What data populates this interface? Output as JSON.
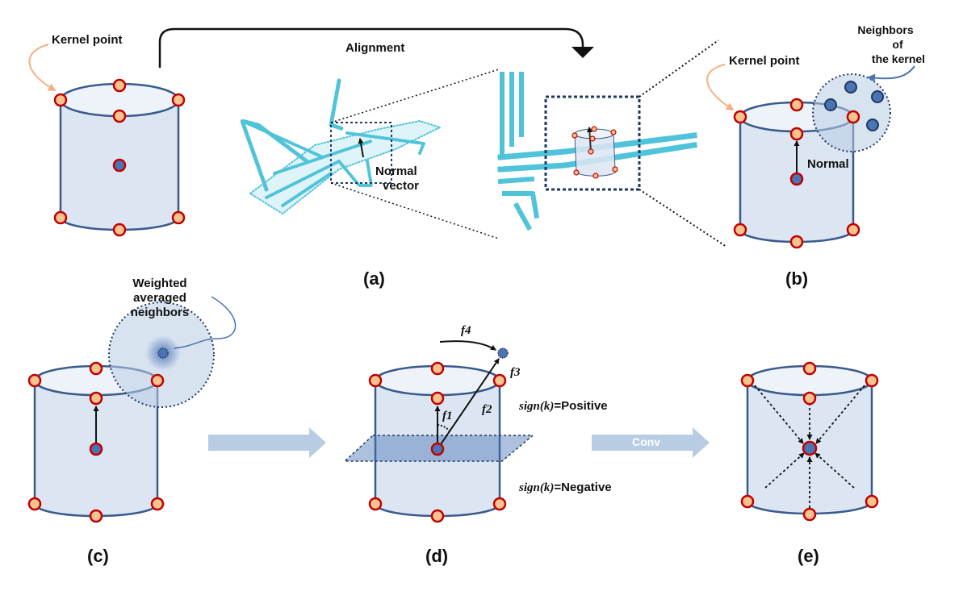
{
  "labels": {
    "kernel_point_a": "Kernel point",
    "alignment": "Alignment",
    "normal_vector_1": "Normal",
    "normal_vector_2": "vector",
    "kernel_point_b": "Kernel point",
    "neighbors_1": "Neighbors",
    "neighbors_2": "of",
    "neighbors_3": "the kernel",
    "normal_b": "Normal",
    "weighted_1": "Weighted",
    "weighted_2": "averaged",
    "weighted_3": "neighbors",
    "f1": "f1",
    "f2": "f2",
    "f3": "f3",
    "f4": "f4",
    "sign_pos_math": "sign(k)",
    "sign_pos_text": "=Positive",
    "sign_neg_math": "sign(k)",
    "sign_neg_text": "=Negative",
    "conv": "Conv"
  },
  "captions": {
    "a": "(a)",
    "b": "(b)",
    "c": "(c)",
    "d": "(d)",
    "e": "(e)"
  },
  "colors": {
    "cylinder_fill": "#dce6f2",
    "cylinder_stroke": "#3a5a8c",
    "point_fill": "#f9c28e",
    "point_stroke": "#c00000",
    "center_fill": "#4a74b4",
    "cloud": "#4fc3d9",
    "arrow_light": "#b8cce4"
  }
}
